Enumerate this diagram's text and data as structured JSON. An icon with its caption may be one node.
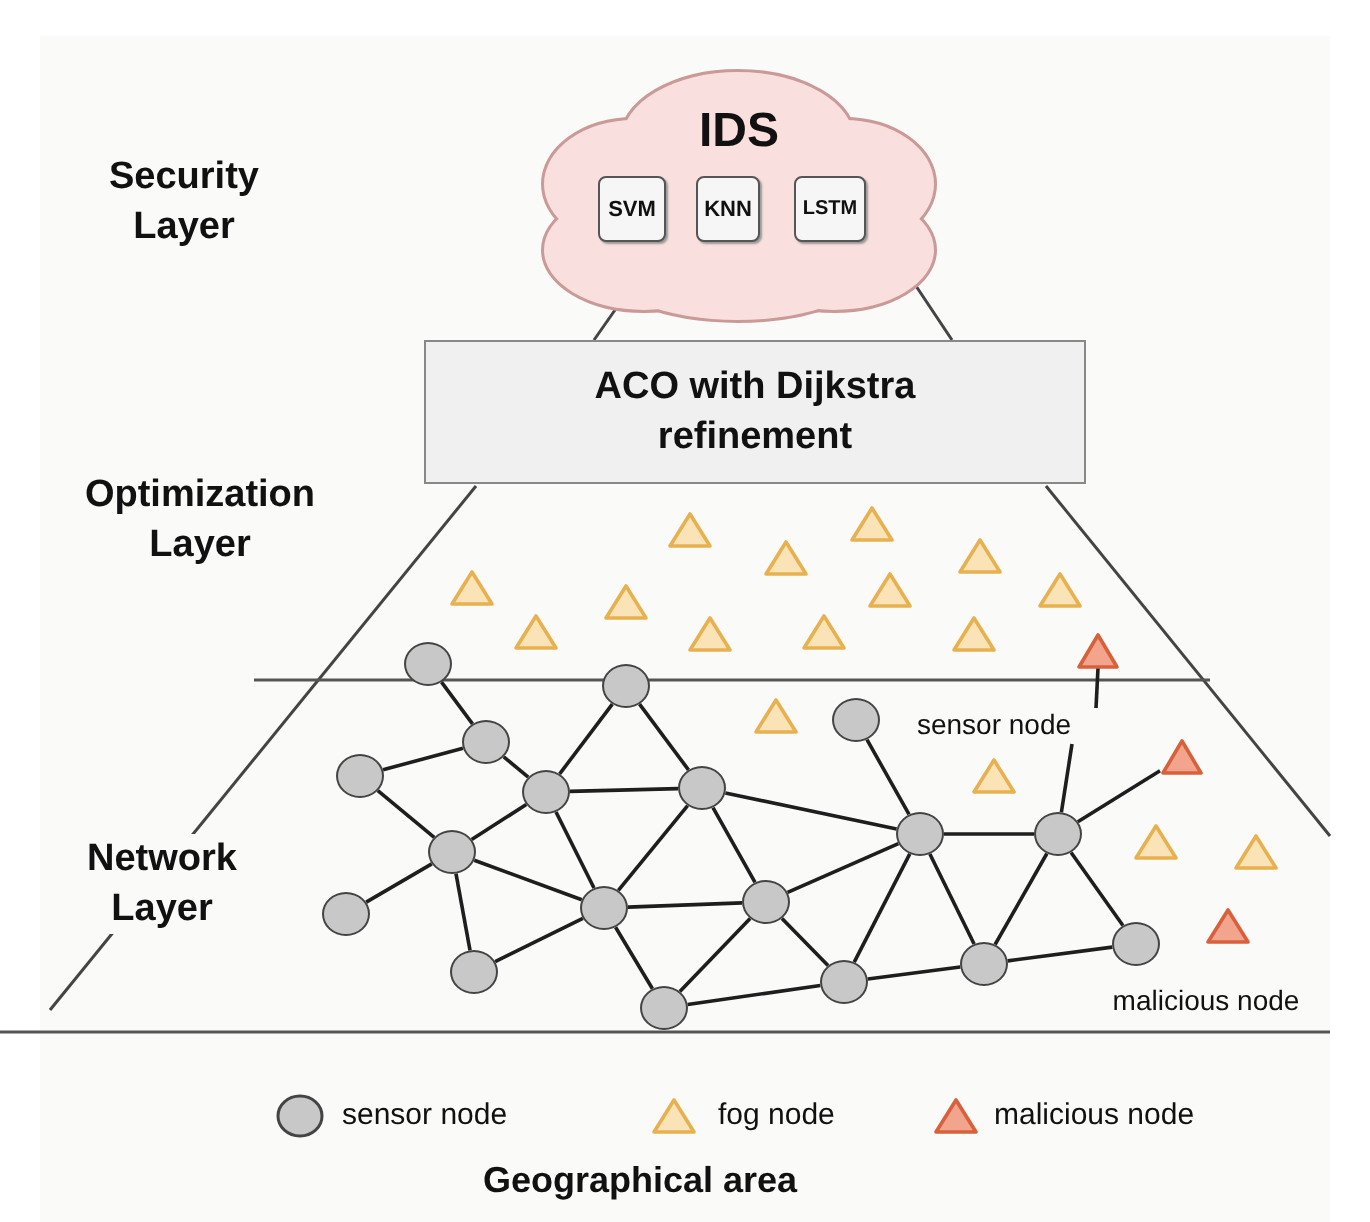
{
  "diagram": {
    "nodes": [
      {
        "text": [
          "IDS"
        ]
      },
      {
        "text": [
          "SVM"
        ],
        "in": 0
      },
      {
        "text": [
          "KNN"
        ],
        "in": 0
      },
      {
        "text": [
          "LSTM"
        ],
        "in": 0
      },
      {
        "text": [
          "ACO with Dijkstra refinement"
        ]
      },
      {
        "text": [
          "sensor node"
        ]
      },
      {
        "text": [],
        "shape": "triangle"
      },
      {
        "text": [],
        "shape": "circle"
      },
      {
        "text": [],
        "shape": "circle"
      },
      {
        "text": [],
        "shape": "circle"
      },
      {
        "text": [],
        "shape": "circle"
      },
      {
        "text": [],
        "shape": "circle"
      },
      {
        "text": [],
        "shape": "circle"
      },
      {
        "text": [],
        "shape": "circle"
      },
      {
        "text": [],
        "shape": "circle"
      },
      {
        "text": [],
        "shape": "circle"
      },
      {
        "text": [],
        "shape": "circle"
      },
      {
        "text": [],
        "shape": "circle"
      },
      {
        "text": [],
        "shape": "circle"
      },
      {
        "text": [],
        "shape": "circle"
      },
      {
        "text": [],
        "shape": "circle"
      },
      {
        "text": [],
        "shape": "circle"
      },
      {
        "text": [],
        "shape": "circle"
      },
      {
        "text": [],
        "shape": "circle"
      },
      {
        "text": [],
        "shape": "circle"
      },
      {
        "text": [],
        "shape": "triangle"
      }
    ],
    "edges": [
      {
        "from": 7,
        "to": 9,
        "arrow": "none"
      },
      {
        "from": 10,
        "to": 9,
        "arrow": "none"
      },
      {
        "from": 9,
        "to": 11,
        "arrow": "none"
      },
      {
        "from": 8,
        "to": 11,
        "arrow": "none"
      },
      {
        "from": 8,
        "to": 12,
        "arrow": "none"
      },
      {
        "from": 11,
        "to": 12,
        "arrow": "none"
      },
      {
        "from": 10,
        "to": 14,
        "arrow": "none"
      },
      {
        "from": 11,
        "to": 14,
        "arrow": "none"
      },
      {
        "from": 11,
        "to": 18,
        "arrow": "none"
      },
      {
        "from": 12,
        "to": 18,
        "arrow": "none"
      },
      {
        "from": 12,
        "to": 19,
        "arrow": "none"
      },
      {
        "from": 12,
        "to": 15,
        "arrow": "none"
      },
      {
        "from": 14,
        "to": 17,
        "arrow": "none"
      },
      {
        "from": 14,
        "to": 18,
        "arrow": "none"
      },
      {
        "from": 14,
        "to": 20,
        "arrow": "none"
      },
      {
        "from": 18,
        "to": 20,
        "arrow": "none"
      },
      {
        "from": 18,
        "to": 19,
        "arrow": "none"
      },
      {
        "from": 18,
        "to": 21,
        "arrow": "none"
      },
      {
        "from": 19,
        "to": 21,
        "arrow": "none"
      },
      {
        "from": 19,
        "to": 22,
        "arrow": "none"
      },
      {
        "from": 19,
        "to": 15,
        "arrow": "none"
      },
      {
        "from": 21,
        "to": 22,
        "arrow": "none"
      },
      {
        "from": 22,
        "to": 15,
        "arrow": "none"
      },
      {
        "from": 22,
        "to": 23,
        "arrow": "none"
      },
      {
        "from": 15,
        "to": 23,
        "arrow": "none"
      },
      {
        "from": 15,
        "to": 16,
        "arrow": "none"
      },
      {
        "from": 13,
        "to": 15,
        "arrow": "none"
      },
      {
        "from": 16,
        "to": 23,
        "arrow": "none"
      },
      {
        "from": 16,
        "to": 24,
        "arrow": "none"
      },
      {
        "from": 23,
        "to": 24,
        "arrow": "none"
      },
      {
        "from": 16,
        "to": 25,
        "arrow": "none"
      },
      {
        "from": 5,
        "to": 16,
        "arrow": "none"
      },
      {
        "from": 5,
        "to": 6,
        "arrow": "none"
      }
    ],
    "labels": [
      "Security Layer",
      "Optimization Layer",
      "Network Layer",
      "malicious node",
      "Geographical area"
    ],
    "legend": [
      {
        "text": "sensor node"
      },
      {
        "text": "fog node"
      },
      {
        "text": "malicious node"
      }
    ]
  }
}
